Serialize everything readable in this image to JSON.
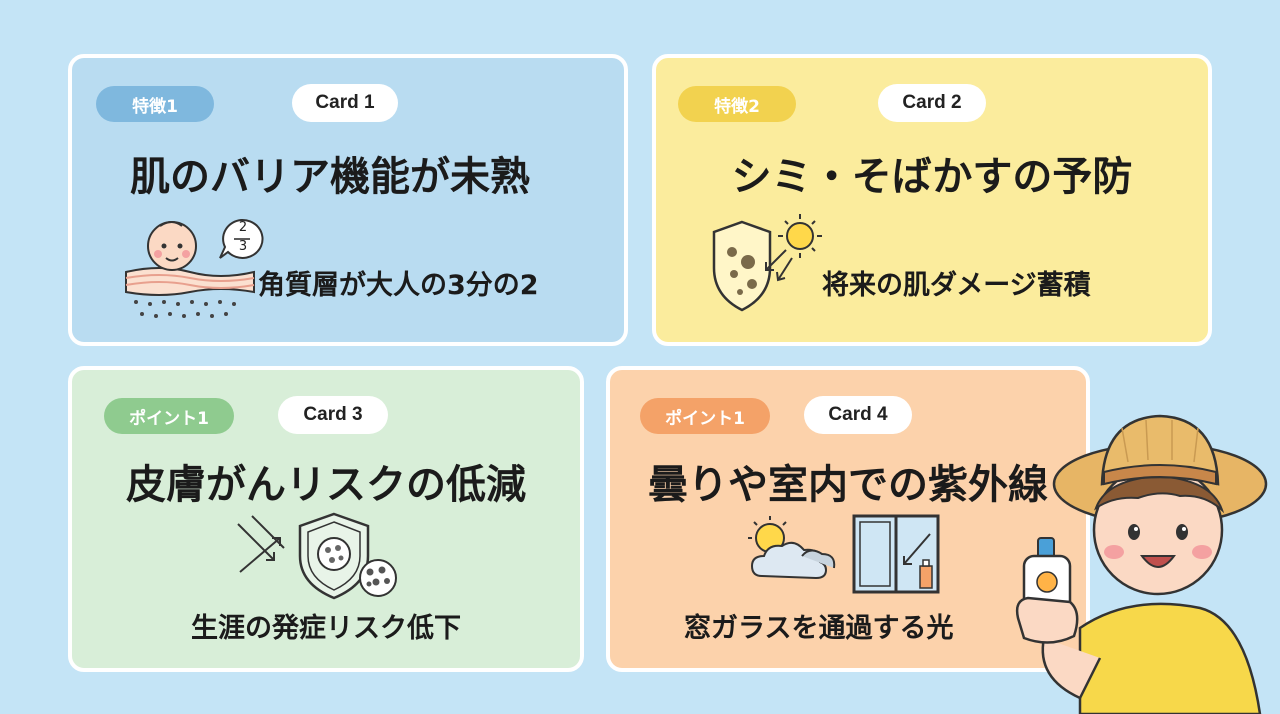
{
  "colors": {
    "background": "#c4e4f6",
    "card1_bg": "#b9dcf1",
    "card2_bg": "#fbec9d",
    "card3_bg": "#d8eed8",
    "card4_bg": "#fcd2ab",
    "tag_blue": "#7fb8de",
    "tag_yellow": "#f2d24f",
    "tag_green": "#8fcb8f",
    "tag_orange": "#f4a268"
  },
  "cards": [
    {
      "tag": "特徴1",
      "label": "Card 1",
      "title": "肌のバリア機能が未熟",
      "subtitle": "角質層が大人の3分の2",
      "fraction": {
        "numerator": "2",
        "denominator": "3"
      },
      "icon": "baby-skin-layers-icon"
    },
    {
      "tag": "特徴2",
      "label": "Card 2",
      "title": "シミ・そばかすの予防",
      "subtitle": "将来の肌ダメージ蓄積",
      "icon": "shield-sun-icon"
    },
    {
      "tag": "ポイント1",
      "label": "Card 3",
      "title": "皮膚がんリスクの低減",
      "subtitle": "生涯の発症リスク低下",
      "icon": "shield-cells-icon"
    },
    {
      "tag": "ポイント1",
      "label": "Card 4",
      "title": "曇りや室内での紫外線",
      "subtitle": "窓ガラスを通過する光",
      "icon": "cloud-sun-window-icon"
    }
  ],
  "character": {
    "icon": "boy-with-sunscreen-icon"
  }
}
